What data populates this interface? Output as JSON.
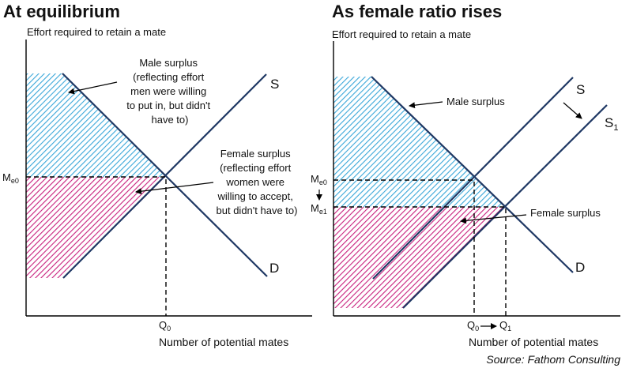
{
  "left_panel": {
    "title": "At equilibrium",
    "y_axis_label": "Effort required to retain a mate",
    "x_axis_label": "Number of potential mates",
    "supply_label": "S",
    "demand_label": "D",
    "price_label": "M",
    "price_sub": "e0",
    "quantity_label": "Q",
    "quantity_sub": "0",
    "male_surplus_lines": [
      "Male surplus",
      "(reflecting effort",
      "men were willing",
      "to put in, but didn't",
      "have to)"
    ],
    "female_surplus_lines": [
      "Female surplus",
      "(reflecting effort",
      "women were",
      "willing to accept,",
      "but didn't have to)"
    ]
  },
  "right_panel": {
    "title": "As female ratio rises",
    "y_axis_label": "Effort required to retain a mate",
    "x_axis_label": "Number of potential mates",
    "supply_label": "S",
    "supply_new_label": "S",
    "supply_new_sub": "1",
    "demand_label": "D",
    "price0_label": "M",
    "price0_sub": "e0",
    "price1_label": "M",
    "price1_sub": "e1",
    "q0_label": "Q",
    "q0_sub": "0",
    "q1_label": "Q",
    "q1_sub": "1",
    "male_surplus": "Male surplus",
    "female_surplus": "Female surplus"
  },
  "source": "Source: Fathom Consulting",
  "colors": {
    "curve": "#1f3864",
    "male_hatch": "#3aa7d9",
    "female_hatch": "#c8207d"
  }
}
